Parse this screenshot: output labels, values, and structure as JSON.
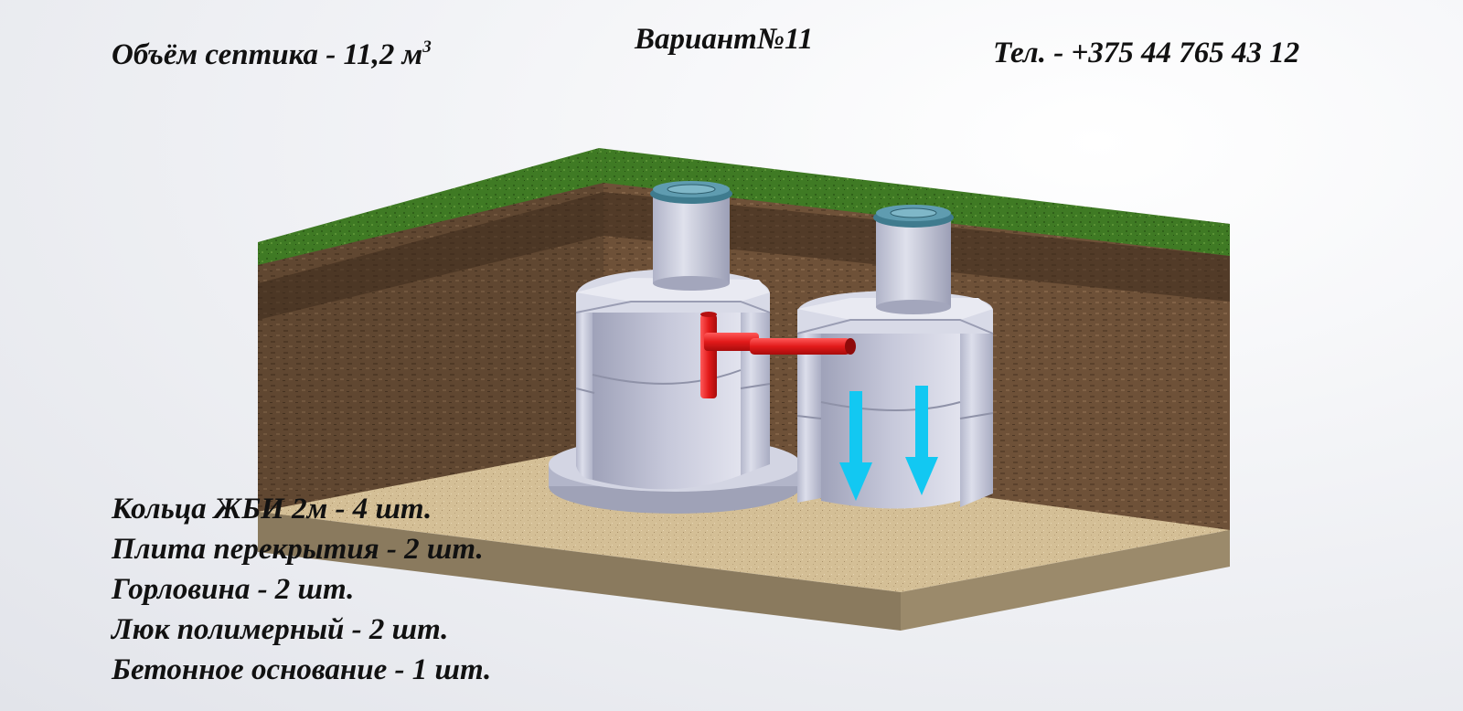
{
  "header": {
    "volume_label": "Объём септика - 11,2 м",
    "volume_unit_exponent": "3",
    "variant_title": "Вариант№11",
    "phone": "Тел. - +375 44 765 43 12"
  },
  "specification": {
    "items": [
      "Кольца ЖБИ 2м - 4 шт.",
      "Плита перекрытия - 2 шт.",
      "Горловина - 2 шт.",
      "Люк полимерный - 2 шт.",
      "Бетонное основание - 1 шт."
    ]
  },
  "diagram": {
    "components": [
      "ground-cutaway",
      "septic-chamber-1",
      "filtration-well-2",
      "overflow-pipe",
      "flow-arrows",
      "polymer-manhole-covers"
    ],
    "colors": {
      "grass": "#3f7a24",
      "soil": "#6b5037",
      "sand": "#d2bd94",
      "concrete": "#c9ccdf",
      "pipe": "#e21a1a",
      "flow_arrow": "#12c8f2",
      "hatch_cover": "#5f9cb0"
    }
  }
}
